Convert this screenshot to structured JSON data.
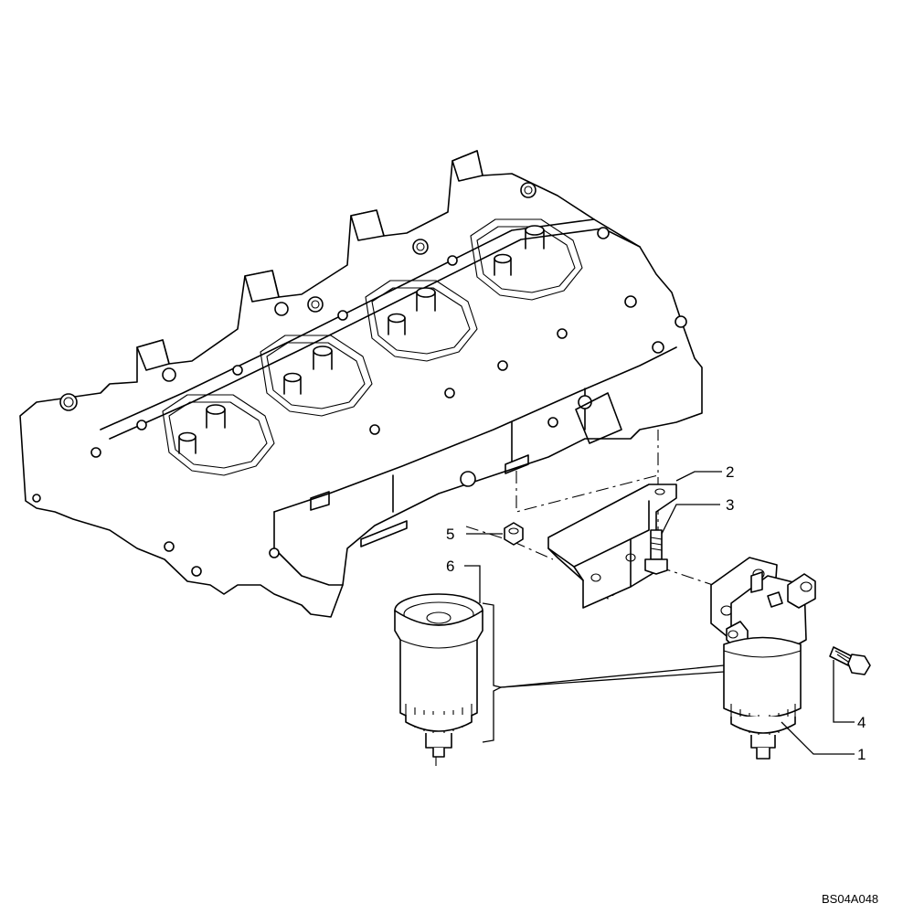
{
  "callouts": [
    {
      "id": "callout-1",
      "number": "1"
    },
    {
      "id": "callout-2",
      "number": "2"
    },
    {
      "id": "callout-3",
      "number": "3"
    },
    {
      "id": "callout-4",
      "number": "4"
    },
    {
      "id": "callout-5",
      "number": "5"
    },
    {
      "id": "callout-6",
      "number": "6"
    }
  ],
  "drawing_code": "BS04A048"
}
